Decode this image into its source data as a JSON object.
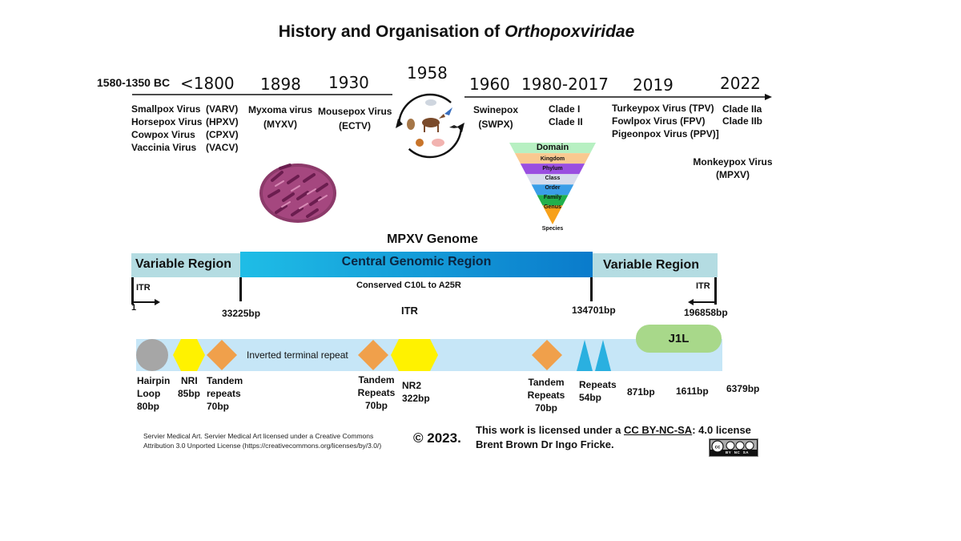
{
  "title": {
    "prefix": "History and Organisation of",
    "italic": "Orthopoxviridae"
  },
  "timeline": {
    "dates": [
      "1580-1350 BC",
      "<1800",
      "1898",
      "1930",
      "1958",
      "1960",
      "1980-2017",
      "2019",
      "2022"
    ],
    "viruses_1800": [
      "Smallpox Virus",
      "Horsepox Virus",
      "Cowpox Virus",
      "Vaccinia Virus"
    ],
    "codes_1800": [
      "(VARV)",
      "(HPXV)",
      "(CPXV)",
      "(VACV)"
    ],
    "myxoma": [
      "Myxoma virus",
      "(MYXV)"
    ],
    "mousepox": [
      "Mousepox Virus",
      "(ECTV)"
    ],
    "swinepox": [
      "Swinepox",
      "(SWPX)"
    ],
    "clades_1980": [
      "Clade I",
      "Clade II"
    ],
    "birds_2019": [
      "Turkeypox Virus (TPV)",
      "Fowlpox Virus (FPV)",
      "Pigeonpox Virus (PPV)]"
    ],
    "clades_2022": [
      "Clade IIa",
      "Clade IIb"
    ],
    "monkeypox": [
      "Monkeypox Virus",
      "(MPXV)"
    ]
  },
  "taxonomy": {
    "levels": [
      "Domain",
      "Kingdom",
      "Phylum",
      "Class",
      "Order",
      "Family",
      "Genus"
    ],
    "tip": "Species",
    "colors": [
      "#b7f0c2",
      "#f9c990",
      "#9a4fe0",
      "#d6dcec",
      "#3a9ee8",
      "#22b04c",
      "#f7a11a"
    ]
  },
  "genome": {
    "title": "MPXV Genome",
    "variable_left": "Variable Region",
    "central": "Central Genomic Region",
    "variable_right": "Variable Region",
    "conserved": "Conserved C10L to A25R",
    "itr_left": "ITR",
    "itr_right": "ITR",
    "itr_center": "ITR",
    "pos_start": "1",
    "pos_1": "33225bp",
    "pos_2": "134701bp",
    "pos_3": "196858bp"
  },
  "itr_map": {
    "inverted_label": "Inverted terminal repeat",
    "j1l": "J1L",
    "hairpin": [
      "Hairpin",
      "Loop",
      "80bp"
    ],
    "nri": [
      "NRI",
      "85bp"
    ],
    "tandem1": [
      "Tandem",
      "repeats",
      "70bp"
    ],
    "tandem2": [
      "Tandem",
      "Repeats",
      "70bp"
    ],
    "nr2": [
      "NR2",
      "322bp"
    ],
    "tandem3": [
      "Tandem",
      "Repeats",
      "70bp"
    ],
    "repeats": [
      "Repeats",
      "54bp"
    ],
    "bp_871": "871bp",
    "bp_1611": "1611bp",
    "bp_6379": "6379bp",
    "colors": {
      "hairpin": "#a6a6a6",
      "nr": "#fff200",
      "tandem": "#f0a04b",
      "repeat": "#2ab0e0",
      "j1l": "#a8d88a"
    }
  },
  "credits": {
    "servier": [
      "Servier Medical Art. Servier Medical Art licensed under a Creative Commons",
      "Attribution 3.0 Unported License (https://creativecommons.org/licenses/by/3.0/)"
    ],
    "copyright": "© 2023.",
    "license_prefix": "This work is licensed under a",
    "license_link": "CC BY-NC-SA",
    "license_suffix": ": 4.0 license",
    "authors": "Brent Brown Dr Ingo Fricke.",
    "badge": [
      "BY",
      "NC",
      "SA"
    ]
  }
}
